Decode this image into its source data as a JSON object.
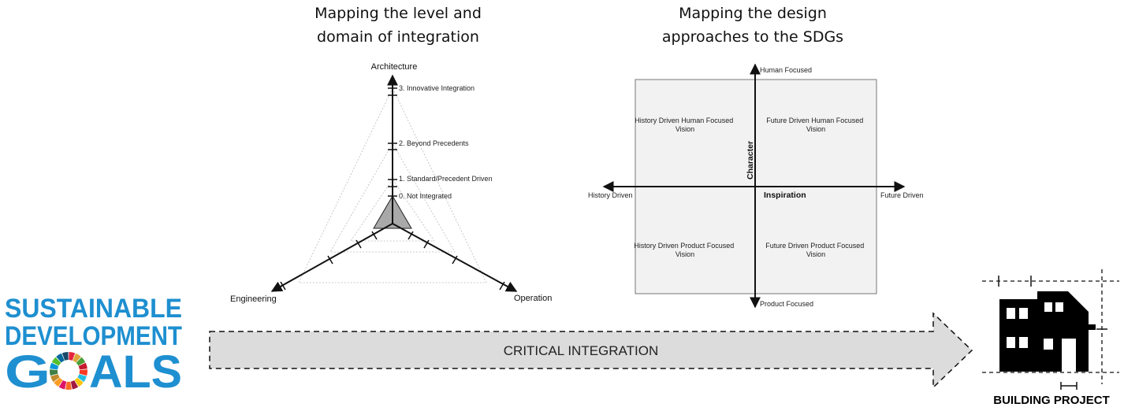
{
  "titles": {
    "radar": [
      "Mapping the level and",
      "domain of integration"
    ],
    "quadrant": [
      "Mapping the design",
      "approaches to the SDGs"
    ]
  },
  "radar": {
    "axes": [
      "Architecture",
      "Engineering",
      "Operation"
    ],
    "levels": [
      "0. Not Integrated",
      "1. Standard/Precedent Driven",
      "2. Beyond Precedents",
      "3. Innovative Integration"
    ]
  },
  "quadrant": {
    "top": "Human Focused",
    "bottom": "Product Focused",
    "left": "History Driven",
    "right": "Future Driven",
    "vertical_axis": "Character",
    "horizontal_axis": "Inspiration",
    "q_top_left": [
      "History Driven Human Focused",
      "Vision"
    ],
    "q_top_right": [
      "Future Driven Human Focused",
      "Vision"
    ],
    "q_bottom_left": [
      "History Driven Product Focused",
      "Vision"
    ],
    "q_bottom_right": [
      "Future Driven Product Focused",
      "Vision"
    ]
  },
  "logo": {
    "line1": "SUSTAINABLE",
    "line2": "DEVELOPMENT",
    "line3_g": "G",
    "line3_rest": "ALS",
    "wheel_colors": [
      "#e5243b",
      "#dda63a",
      "#4c9f38",
      "#c5192d",
      "#ff3a21",
      "#26bde2",
      "#fcc30b",
      "#a21942",
      "#fd6925",
      "#dd1367",
      "#fd9d24",
      "#bf8b2e",
      "#3f7e44",
      "#0a97d9",
      "#56c02b",
      "#00689d",
      "#19486a"
    ]
  },
  "arrow": {
    "label": "CRITICAL INTEGRATION"
  },
  "building": {
    "label": "BUILDING PROJECT"
  },
  "colors": {
    "sdg_blue": "#1e8fd0",
    "radar_fill": "#9a9a9a",
    "quadrant_fill": "#f2f2f2",
    "arrow_fill": "#dcdcdc"
  }
}
